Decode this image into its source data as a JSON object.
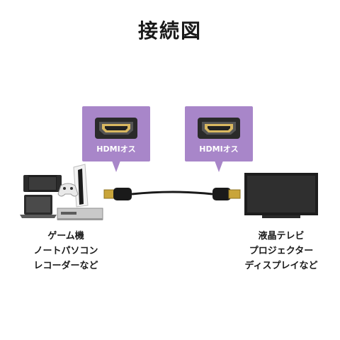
{
  "title": "接続図",
  "left_callout": {
    "label": "HDMIオス",
    "icon": "hdmi-male-connector-icon"
  },
  "right_callout": {
    "label": "HDMIオス",
    "icon": "hdmi-male-connector-icon"
  },
  "left_caption": [
    "ゲーム機",
    "ノートパソコン",
    "レコーダーなど"
  ],
  "right_caption": [
    "液晶テレビ",
    "プロジェクター",
    "ディスプレイなど"
  ],
  "colors": {
    "callout": "#a886c9",
    "connector_gold": "#c9a53a",
    "cable": "#1a1a1a"
  }
}
